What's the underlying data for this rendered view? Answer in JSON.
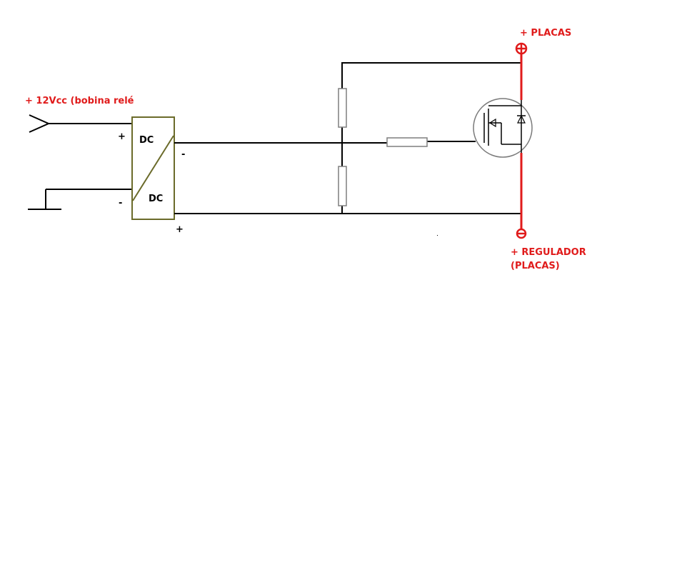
{
  "labels": {
    "input_12v": "+ 12Vcc (bobina relé",
    "dcdc_top": "DC",
    "dcdc_bottom": "DC",
    "dcdc_in_plus": "+",
    "dcdc_in_minus": "-",
    "dcdc_out_minus": "-",
    "dcdc_out_plus": "+",
    "placas": "+ PLACAS",
    "regulador_line1": "+ REGULADOR",
    "regulador_line2": "(PLACAS)"
  },
  "colors": {
    "wire": "#000000",
    "power_line": "#e01b1b",
    "label_red": "#e01b1b",
    "converter_border": "#6b6b2a",
    "component_border": "#7f7f7f",
    "mosfet_circle": "#7a7a7a",
    "background": "#ffffff"
  }
}
